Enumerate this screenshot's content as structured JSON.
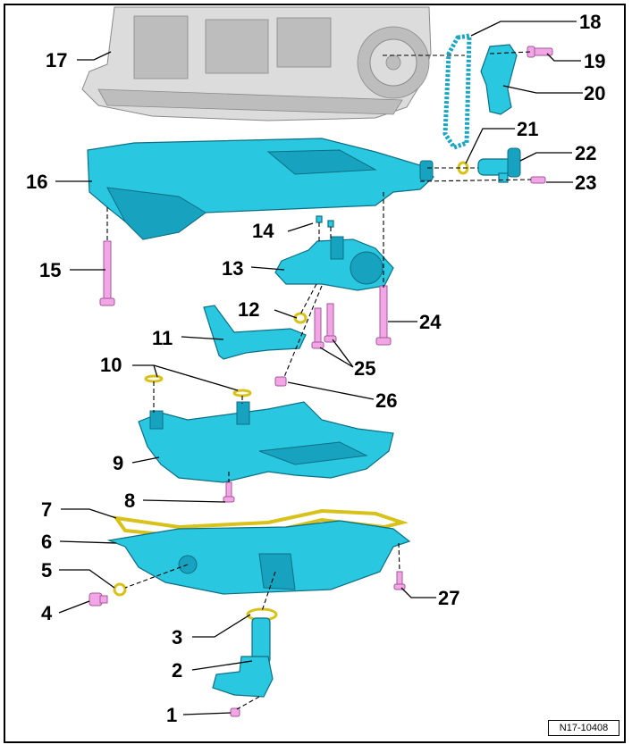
{
  "figure": {
    "reference_code": "N17-10408",
    "callouts": [
      "1",
      "2",
      "3",
      "4",
      "5",
      "6",
      "7",
      "8",
      "9",
      "10",
      "11",
      "12",
      "13",
      "14",
      "15",
      "16",
      "17",
      "18",
      "19",
      "20",
      "21",
      "22",
      "23",
      "24",
      "25",
      "26",
      "27"
    ]
  },
  "colors": {
    "component": "#29c7e0",
    "bolt": "#f2a6e6",
    "seal": "#d8c21a",
    "engine_block": "#dcdcdc"
  }
}
